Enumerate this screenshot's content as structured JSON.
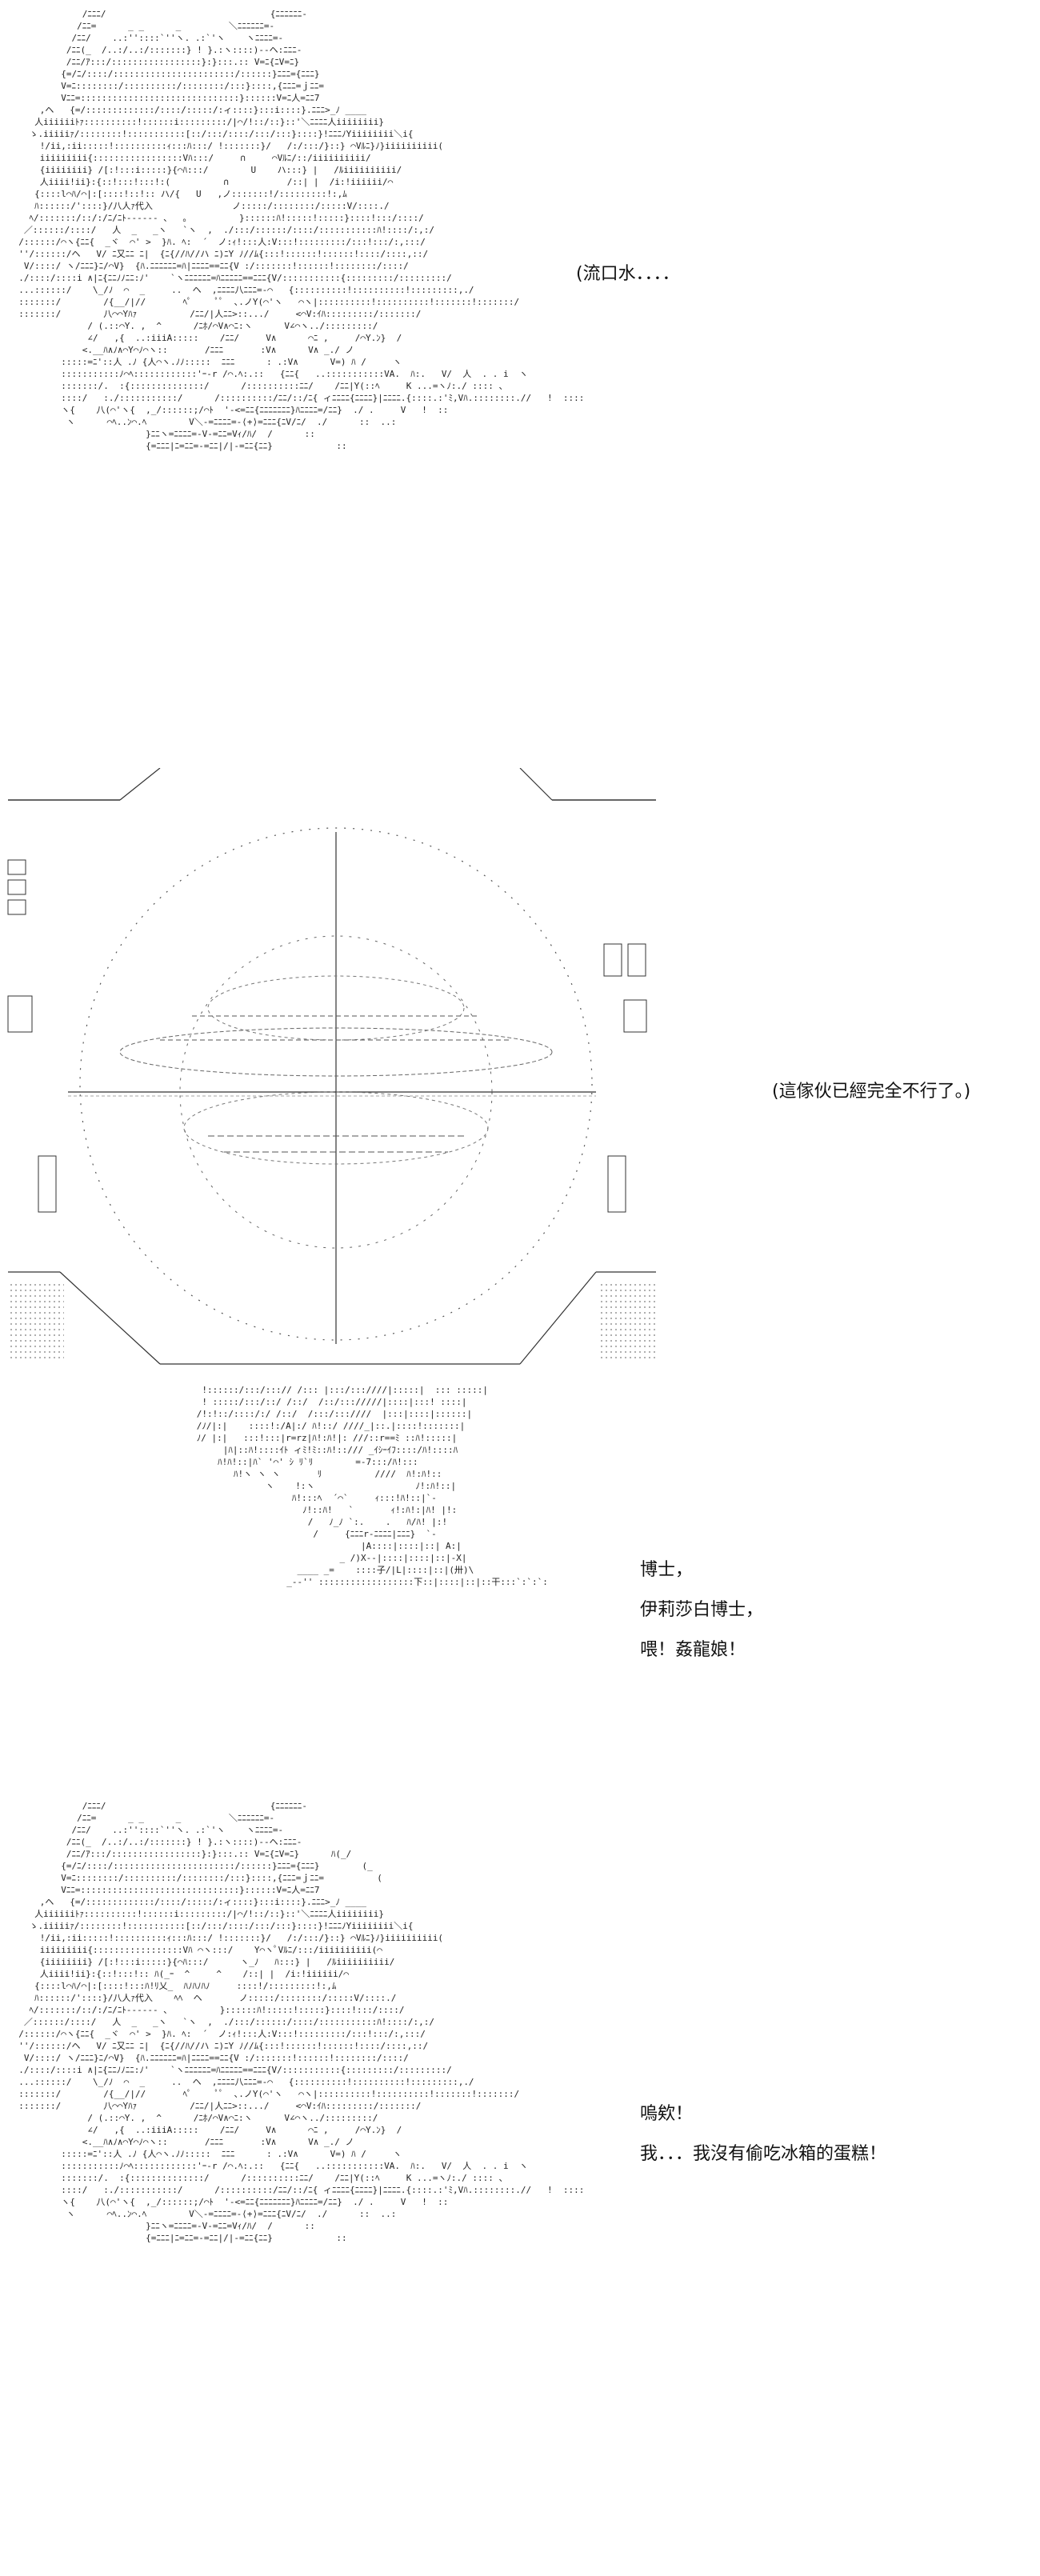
{
  "panel1": {
    "dialog": "(流口水．．．．"
  },
  "panel2": {
    "dialog": "(這傢伙已經完全不行了。)"
  },
  "panel3": {
    "line1": "博士，",
    "line2": "伊莉莎白博士，",
    "line3": "喂！姦龍娘！"
  },
  "panel4": {
    "line1": "嗚欸！",
    "line2": "我．．．我沒有偷吃冰箱的蛋糕！"
  }
}
